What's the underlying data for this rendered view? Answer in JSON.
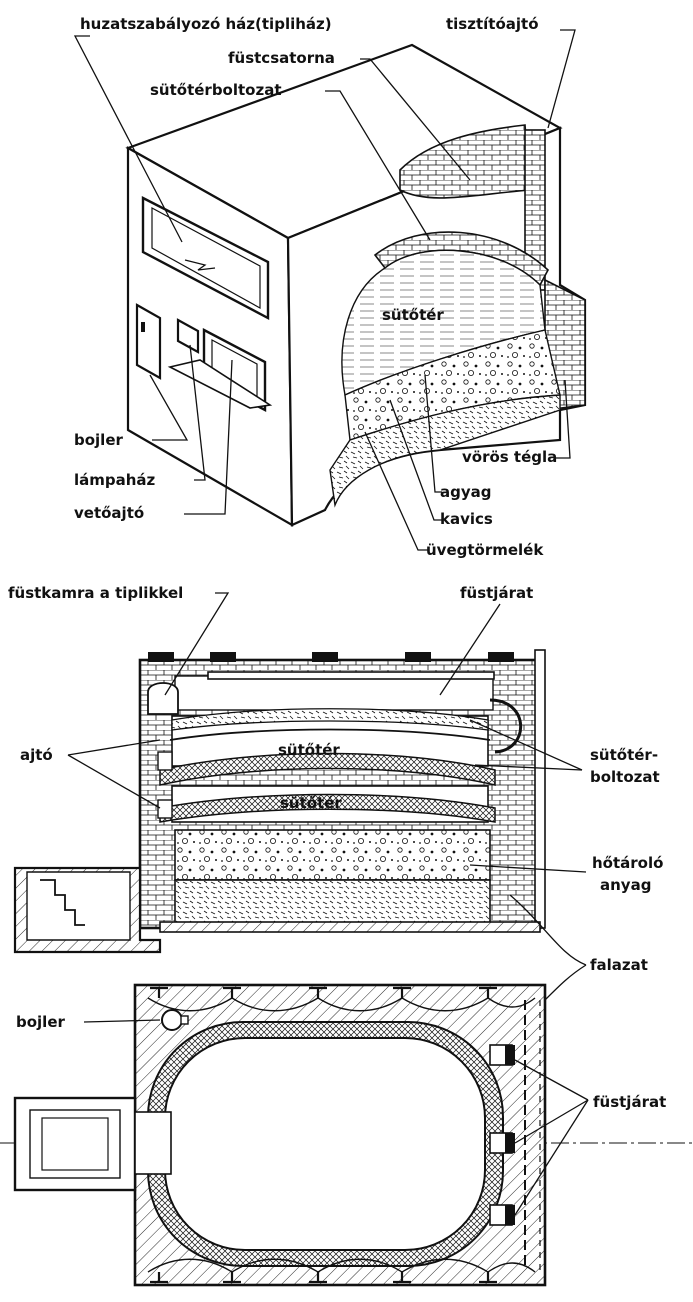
{
  "labels": {
    "huzatszabalyozo": "huzatszabályozó ház(tipliház)",
    "tisztitoajto": "tisztítóajtó",
    "fustcsatorna": "füstcsatorna",
    "sutoterboltozat_top": "sütőtérboltozat",
    "sutoter_top": "sütőtér",
    "bojler_top": "bojler",
    "lampahaz": "lámpaház",
    "vetoajto": "vetőajtó",
    "voros_tegla": "vörös tégla",
    "agyag": "agyag",
    "kavics": "kavics",
    "uvegtormelek": "üvegtörmelék",
    "fustkamra": "füstkamra a tiplikkel",
    "fustjarat_mid": "füstjárat",
    "sutoter_mid1": "sütőtér",
    "sutoter_mid2": "sütőtér",
    "ajto": "ajtó",
    "sutoter_boltozat_mid_1": "sütőtér-",
    "sutoter_boltozat_mid_2": "boltozat",
    "hotarolo_1": "hőtároló",
    "hotarolo_2": "anyag",
    "falazat": "falazat",
    "bojler_bottom": "bojler",
    "fustjarat_bottom": "füstjárat"
  }
}
